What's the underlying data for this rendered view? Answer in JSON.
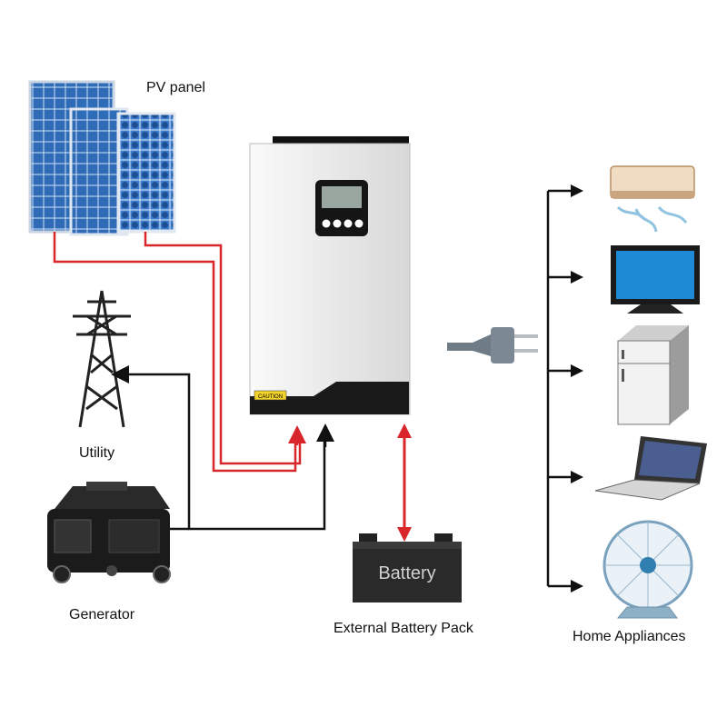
{
  "labels": {
    "pv_panel": "PV panel",
    "utility": "Utility",
    "generator": "Generator",
    "battery_pack": "External Battery Pack",
    "home_appliances": "Home Appliances"
  },
  "battery": {
    "text": "Battery"
  },
  "inverter": {
    "caution_text": "CAUTION"
  },
  "colors": {
    "dc_line": "#d8262b",
    "ac_line": "#111111",
    "inverter_body": "#eeeeee",
    "panel_blue": "#2f6cb8"
  }
}
